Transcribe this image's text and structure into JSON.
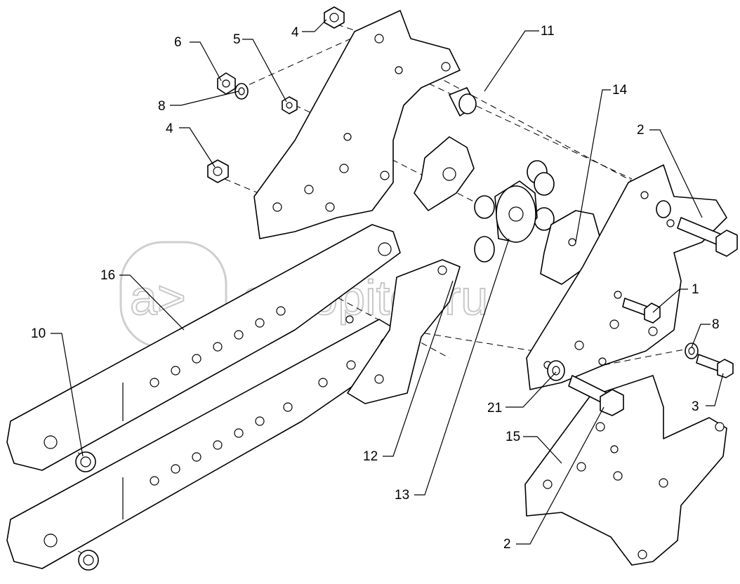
{
  "diagram": {
    "callouts": [
      {
        "id": "c1",
        "label": "1"
      },
      {
        "id": "c2a",
        "label": "2"
      },
      {
        "id": "c2b",
        "label": "2"
      },
      {
        "id": "c3",
        "label": "3"
      },
      {
        "id": "c4a",
        "label": "4"
      },
      {
        "id": "c4b",
        "label": "4"
      },
      {
        "id": "c5",
        "label": "5"
      },
      {
        "id": "c6",
        "label": "6"
      },
      {
        "id": "c8a",
        "label": "8"
      },
      {
        "id": "c8b",
        "label": "8"
      },
      {
        "id": "c10",
        "label": "10"
      },
      {
        "id": "c11",
        "label": "11"
      },
      {
        "id": "c12",
        "label": "12"
      },
      {
        "id": "c13",
        "label": "13"
      },
      {
        "id": "c14",
        "label": "14"
      },
      {
        "id": "c15",
        "label": "15"
      },
      {
        "id": "c16",
        "label": "16"
      },
      {
        "id": "c21",
        "label": "21"
      }
    ]
  },
  "watermark": {
    "text": "autopiter.ru",
    "logo": "a>"
  }
}
